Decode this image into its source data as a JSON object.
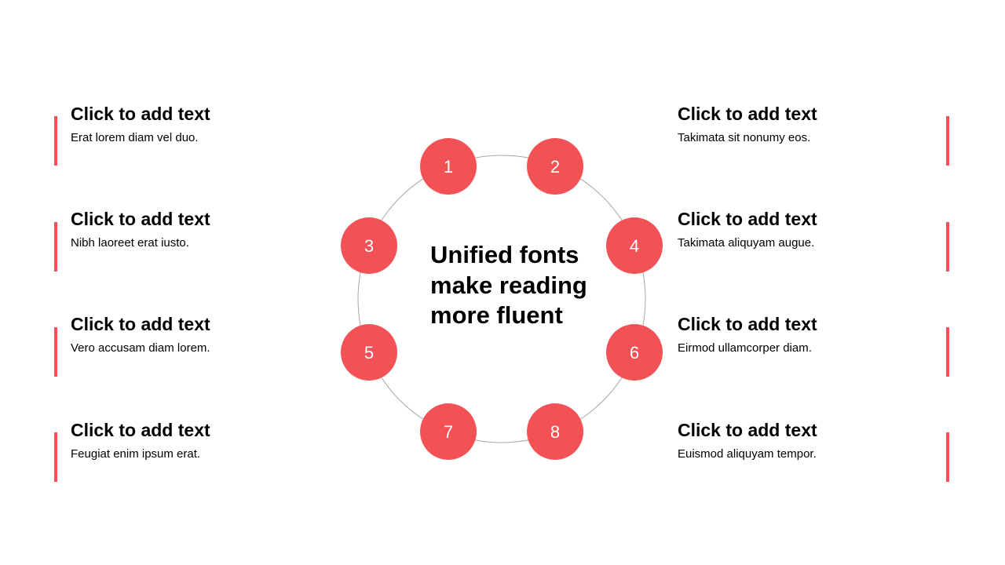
{
  "center": {
    "heading": "Unified fonts make reading more fluent"
  },
  "items": [
    {
      "number": "1",
      "title": "Click to add text",
      "description": "Erat lorem diam vel duo."
    },
    {
      "number": "2",
      "title": "Click to add text",
      "description": "Takimata sit nonumy eos."
    },
    {
      "number": "3",
      "title": "Click to add text",
      "description": "Nibh laoreet erat iusto."
    },
    {
      "number": "4",
      "title": "Click to add text",
      "description": "Takimata aliquyam augue."
    },
    {
      "number": "5",
      "title": "Click to add text",
      "description": "Vero accusam diam lorem."
    },
    {
      "number": "6",
      "title": "Click to add text",
      "description": "Eirmod ullamcorper diam."
    },
    {
      "number": "7",
      "title": "Click to add text",
      "description": "Feugiat enim ipsum erat."
    },
    {
      "number": "8",
      "title": "Click to add text",
      "description": "Euismod aliquyam tempor."
    }
  ],
  "colors": {
    "accent": "#f25255",
    "ring_stroke": "#a6a6a6",
    "text": "#000000",
    "number_text": "#ffffff"
  }
}
